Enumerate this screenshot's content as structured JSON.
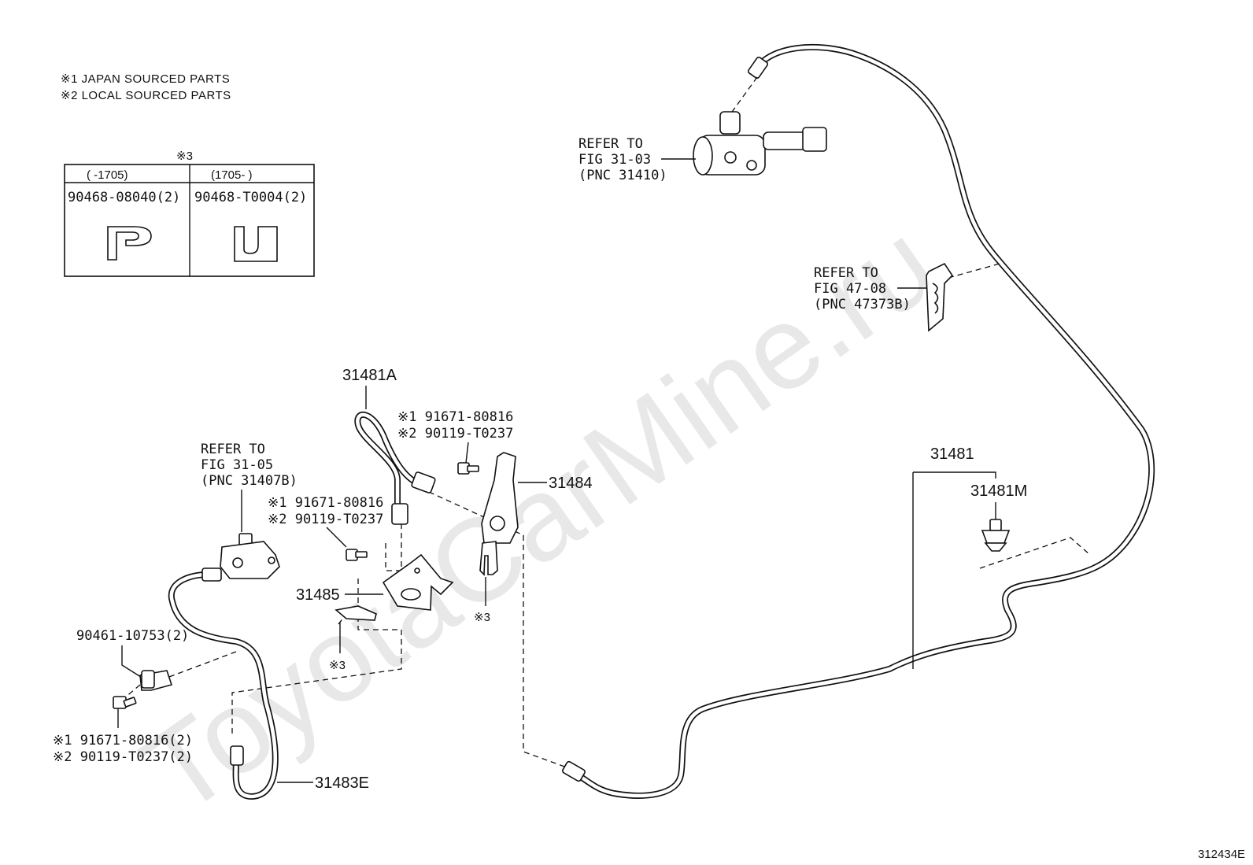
{
  "watermark": "ToyotaCarMine.ru",
  "legend": {
    "note1": "※1 JAPAN SOURCED PARTS",
    "note2": "※2 LOCAL SOURCED PARTS"
  },
  "clip_table": {
    "title": "※3",
    "col1_header": "(    -1705)",
    "col2_header": "(1705-    )",
    "col1_part": "90468-08040(2)",
    "col2_part": "90468-T0004(2)"
  },
  "refs": {
    "fig31_03": [
      "REFER TO",
      "FIG 31-03",
      "(PNC 31410)"
    ],
    "fig47_08": [
      "REFER TO",
      "FIG 47-08",
      "(PNC 47373B)"
    ],
    "fig31_05": [
      "REFER TO",
      "FIG 31-05",
      "(PNC 31407B)"
    ]
  },
  "labels": {
    "p31481A": "31481A",
    "p31484": "31484",
    "p31485": "31485",
    "p31481": "31481",
    "p31481M": "31481M",
    "p31483E": "31483E",
    "p90461": "90461-10753(2)",
    "note3_a": "※3",
    "note3_b": "※3",
    "bolt_a1": "※1 91671-80816",
    "bolt_a2": "※2 90119-T0237",
    "bolt_b1": "※1 91671-80816",
    "bolt_b2": "※2 90119-T0237",
    "bolt_c1": "※1 91671-80816(2)",
    "bolt_c2": "※2 90119-T0237(2)"
  },
  "figure_id": "312434E"
}
